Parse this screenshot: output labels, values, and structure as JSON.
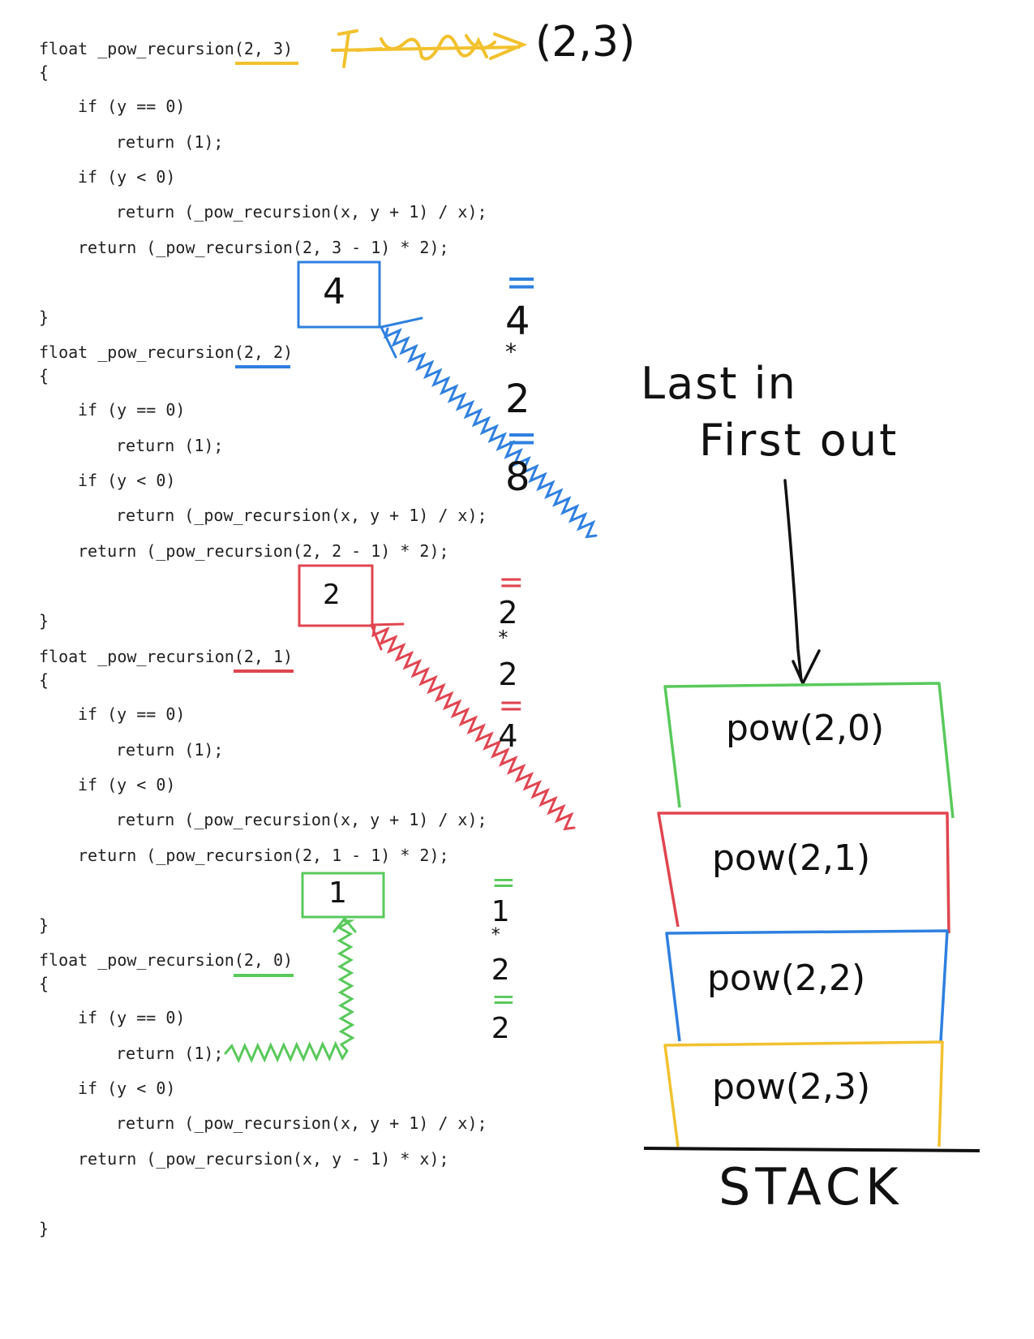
{
  "colors": {
    "yellow": "#f2c12e",
    "blue": "#2f80e0",
    "red": "#e04550",
    "green": "#59c95b",
    "ink": "#111111",
    "code_text": "#222222"
  },
  "code": {
    "blocks": [
      {
        "color": "yellow",
        "header": "float _pow_recursion(2, 3)",
        "open": "{",
        "if_zero": "if (y == 0)",
        "return_one": "return (1);",
        "if_neg": "if (y < 0)",
        "return_neg": "return (_pow_recursion(x, y + 1) / x);",
        "return_rec": "return (_pow_recursion(2, 3 - 1) * 2);",
        "close": "}"
      },
      {
        "color": "blue",
        "header": "float _pow_recursion(2, 2)",
        "open": "{",
        "if_zero": "if (y == 0)",
        "return_one": "return (1);",
        "if_neg": "if (y < 0)",
        "return_neg": "return (_pow_recursion(x, y + 1) / x);",
        "return_rec": "return (_pow_recursion(2, 2 - 1) * 2);",
        "close": "}"
      },
      {
        "color": "red",
        "header": "float _pow_recursion(2, 1)",
        "open": "{",
        "if_zero": "if (y == 0)",
        "return_one": "return (1);",
        "if_neg": "if (y < 0)",
        "return_neg": "return (_pow_recursion(x, y + 1) / x);",
        "return_rec": "return (_pow_recursion(2, 1 - 1) * 2);",
        "close": "}"
      },
      {
        "color": "green",
        "header": "float _pow_recursion(2, 0)",
        "open": "{",
        "if_zero": "if (y == 0)",
        "return_one": "return (1);",
        "if_neg": "if (y < 0)",
        "return_neg": "return (_pow_recursion(x, y + 1) / x);",
        "return_rec": "return (_pow_recursion(x, y - 1) * x);",
        "close": "}"
      }
    ]
  },
  "annotations": {
    "top_call": "(2,3)",
    "eq_blue": {
      "eq1": "=",
      "a": "4",
      "op": "*",
      "b": "2",
      "eq2": "=",
      "result": "8"
    },
    "eq_red": {
      "eq1": "=",
      "a": "2",
      "op": "*",
      "b": "2",
      "eq2": "=",
      "result": "4"
    },
    "eq_green": {
      "eq1": "=",
      "a": "1",
      "op": "*",
      "b": "2",
      "eq2": "=",
      "result": "2"
    },
    "box_blue": "4",
    "box_red": "2",
    "box_green": "1"
  },
  "lifo": {
    "line1": "Last in",
    "line2": "First out"
  },
  "stack": {
    "label": "STACK",
    "frames": [
      {
        "label": "pow(2,0)",
        "color": "green"
      },
      {
        "label": "pow(2,1)",
        "color": "red"
      },
      {
        "label": "pow(2,2)",
        "color": "blue"
      },
      {
        "label": "pow(2,3)",
        "color": "yellow"
      }
    ]
  }
}
